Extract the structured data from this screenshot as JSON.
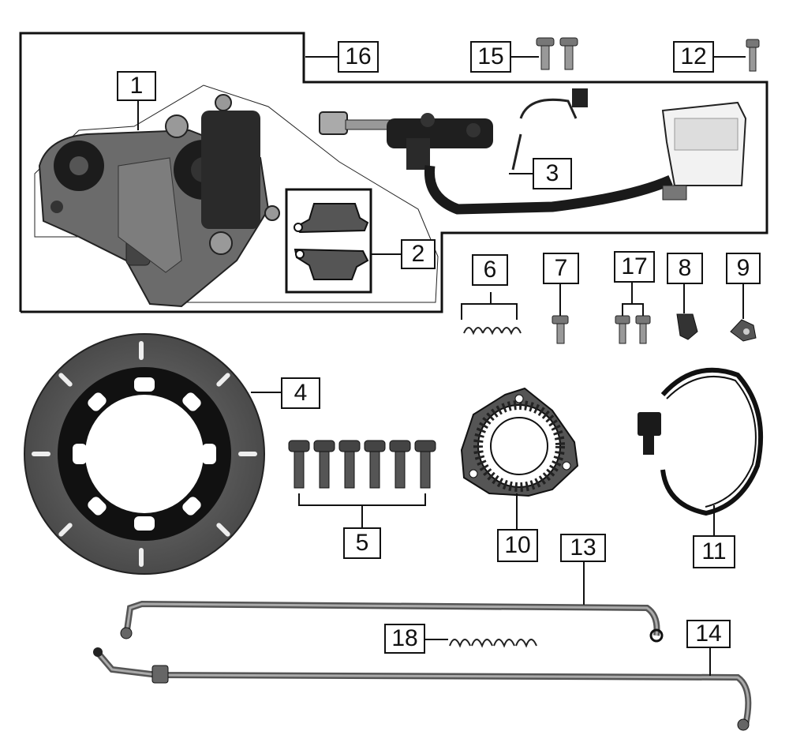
{
  "callouts": {
    "c1": "1",
    "c2": "2",
    "c3": "3",
    "c4": "4",
    "c5": "5",
    "c6": "6",
    "c7": "7",
    "c8": "8",
    "c9": "9",
    "c10": "10",
    "c11": "11",
    "c12": "12",
    "c13": "13",
    "c14": "14",
    "c15": "15",
    "c16": "16",
    "c17": "17",
    "c18": "18"
  },
  "parts": {
    "p1": {
      "icon": "brake-caliper-icon"
    },
    "p2": {
      "icon": "brake-pads-icon"
    },
    "p3": {
      "icon": "rear-master-cylinder-icon"
    },
    "p4": {
      "icon": "brake-disc-icon"
    },
    "p5": {
      "icon": "disc-bolts-icon"
    },
    "p6": {
      "icon": "clips-icon"
    },
    "p7": {
      "icon": "bolt-icon"
    },
    "p8": {
      "icon": "clamp-icon"
    },
    "p9": {
      "icon": "nut-icon"
    },
    "p10": {
      "icon": "abs-tone-ring-icon"
    },
    "p11": {
      "icon": "abs-sensor-icon"
    },
    "p12": {
      "icon": "bolt-icon"
    },
    "p13": {
      "icon": "brake-hose-icon"
    },
    "p14": {
      "icon": "brake-hose-icon"
    },
    "p15": {
      "icon": "banjo-bolts-icon"
    },
    "p16": {
      "icon": "assembly-outline-icon"
    },
    "p17": {
      "icon": "bolts-icon"
    },
    "p18": {
      "icon": "clips-icon"
    }
  }
}
